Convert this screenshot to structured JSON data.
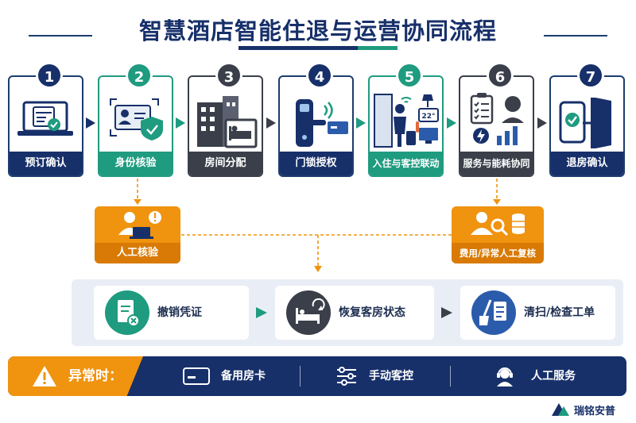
{
  "title": "智慧酒店智能住退与运营协同流程",
  "steps": [
    {
      "num": "1",
      "label": "预订确认"
    },
    {
      "num": "2",
      "label": "身份核验"
    },
    {
      "num": "3",
      "label": "房间分配"
    },
    {
      "num": "4",
      "label": "门锁授权"
    },
    {
      "num": "5",
      "label": "入住与客控联动"
    },
    {
      "num": "6",
      "label": "服务与能耗协同"
    },
    {
      "num": "7",
      "label": "退房确认"
    }
  ],
  "manual": {
    "left_label": "人工核验",
    "right_label": "费用/异常人工复核"
  },
  "recovery": [
    {
      "label": "撤销凭证"
    },
    {
      "label": "恢复客房状态"
    },
    {
      "label": "清扫/检查工单"
    }
  ],
  "thermostat_reading": "22°",
  "exception": {
    "title": "异常时：",
    "items": [
      {
        "label": "备用房卡"
      },
      {
        "label": "手动客控"
      },
      {
        "label": "人工服务"
      }
    ]
  },
  "brand": "瑞铭安普",
  "colors": {
    "navy": "#17306a",
    "teal": "#1f9b7f",
    "dark": "#3a3f4a",
    "orange": "#f0930f"
  }
}
